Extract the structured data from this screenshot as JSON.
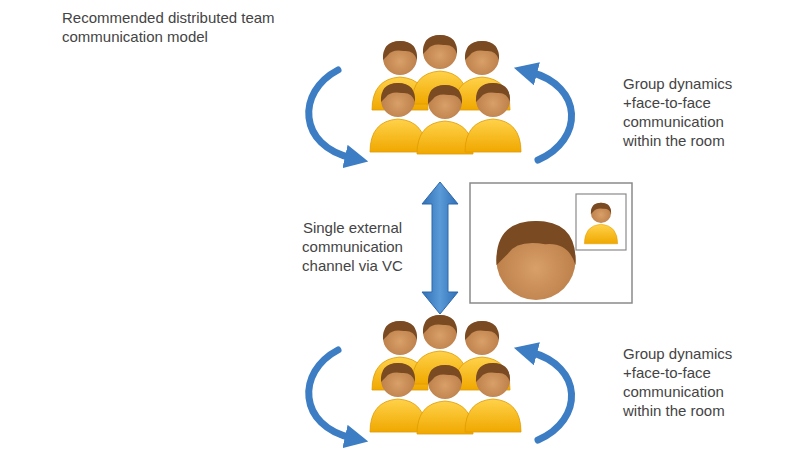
{
  "diagram": {
    "title": "Recommended distributed team communication model",
    "nodes": [
      {
        "text": [
          "Group dynamics +face-to-face communication within the room"
        ]
      },
      {
        "text": [
          "Group dynamics +face-to-face communication within the room"
        ]
      }
    ],
    "edges": [
      {
        "from": 0,
        "to": 1,
        "label": "Single external communication channel via VC",
        "arrow": "both"
      }
    ]
  }
}
